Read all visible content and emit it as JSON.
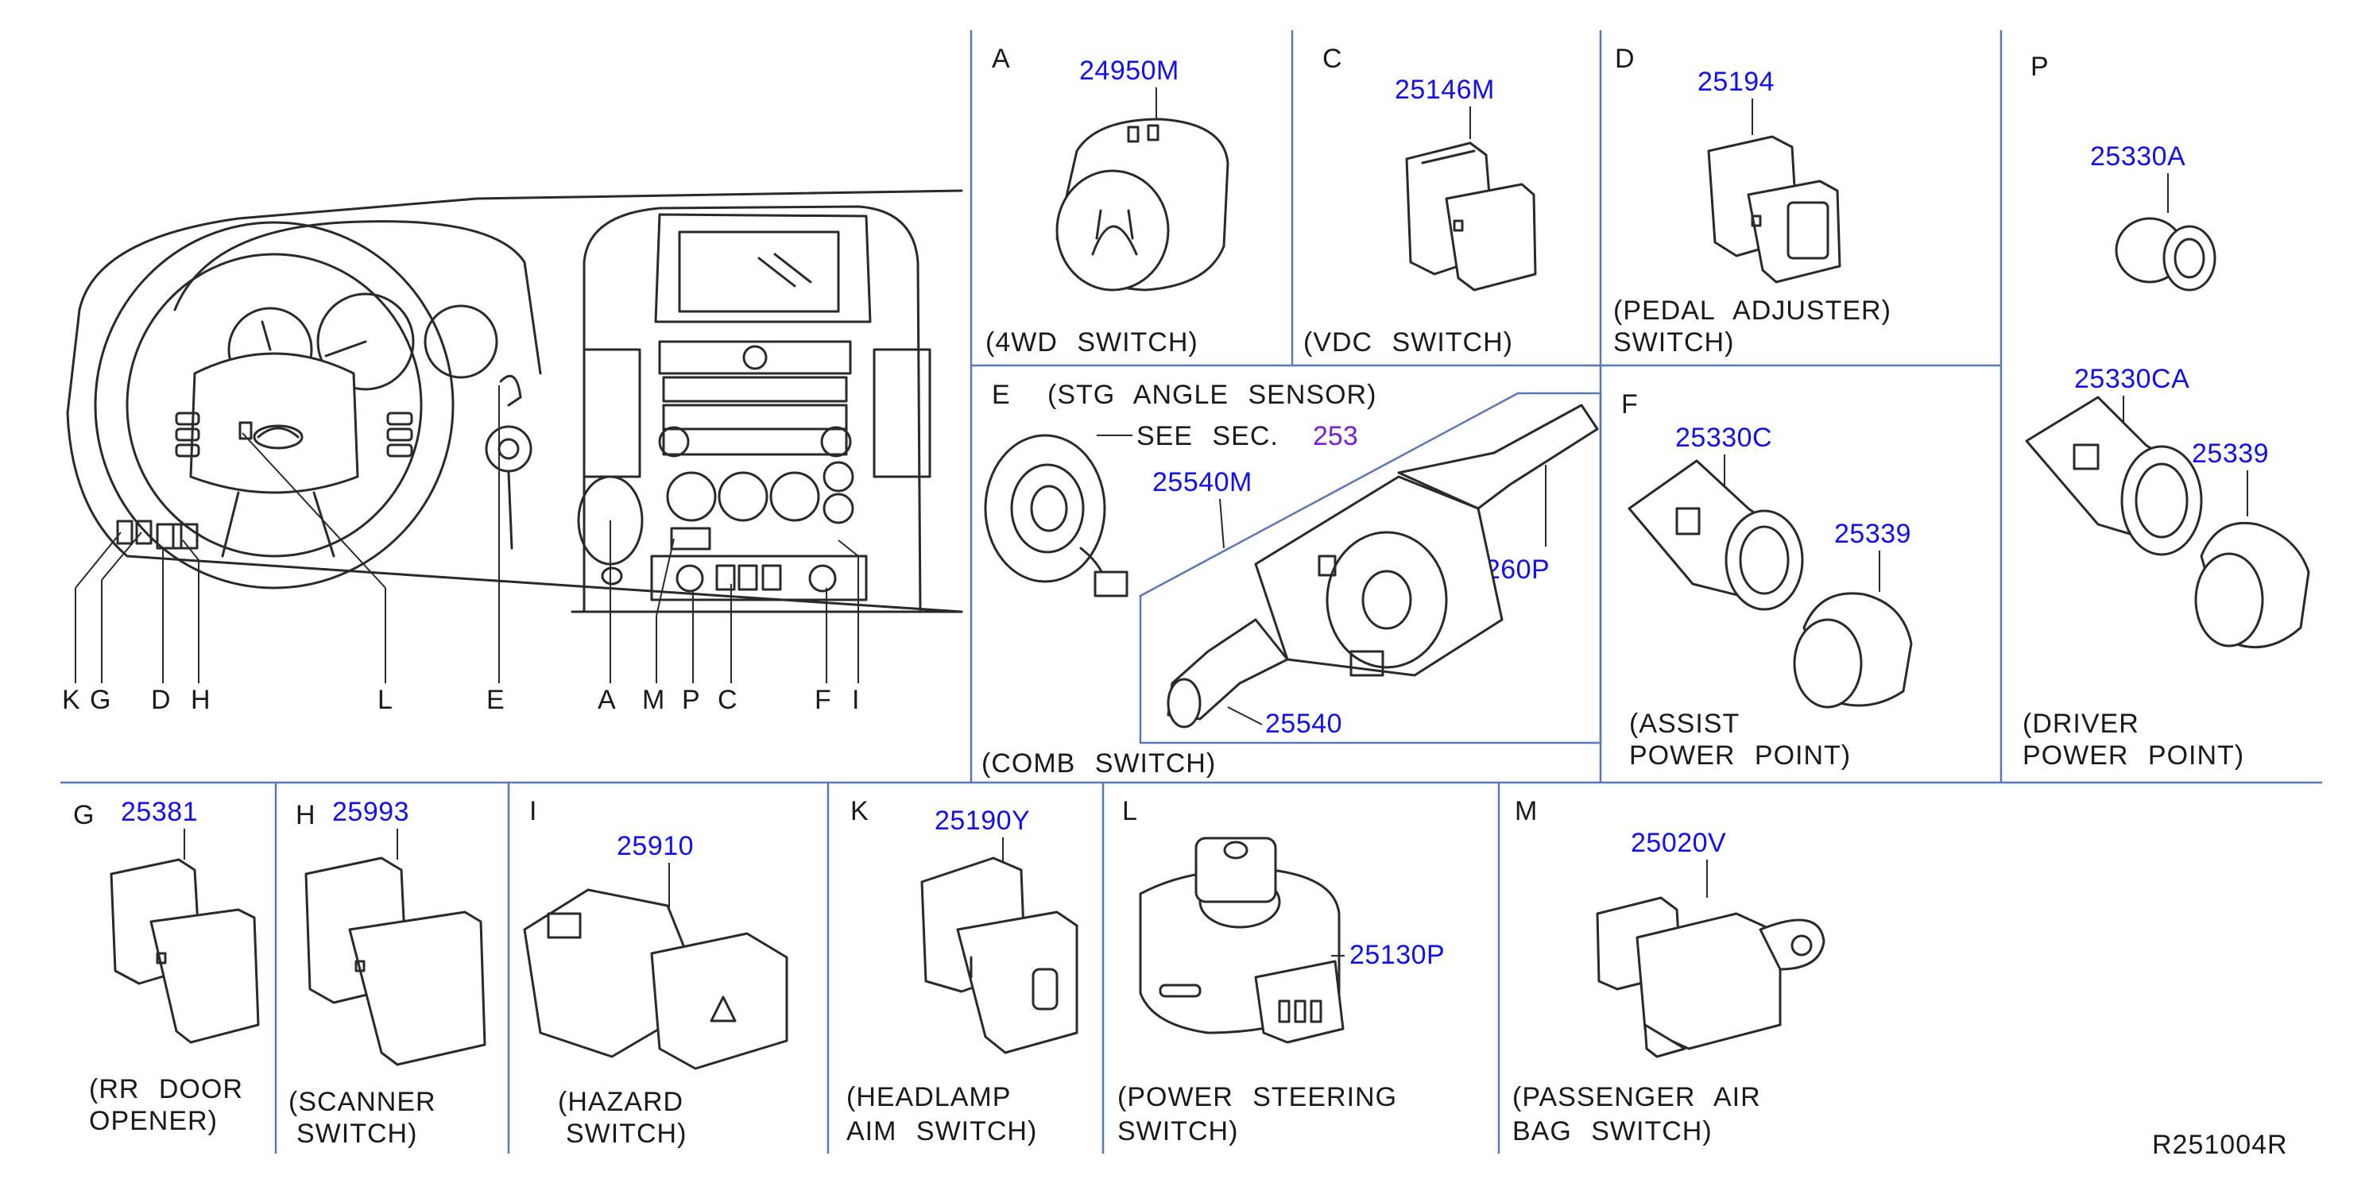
{
  "overview": {
    "callouts": [
      "K",
      "G",
      "D",
      "H",
      "L",
      "E",
      "A",
      "M",
      "P",
      "C",
      "F",
      "I"
    ]
  },
  "panels": {
    "A": {
      "letter": "A",
      "part": "24950M",
      "caption": "(4WD SWITCH)"
    },
    "C": {
      "letter": "C",
      "part": "25146M",
      "caption": "(VDC SWITCH)"
    },
    "D": {
      "letter": "D",
      "part": "25194",
      "caption_1": "(PEDAL ADJUSTER)",
      "caption_2": "SWITCH)"
    },
    "P": {
      "letter": "P",
      "part_1": "25330A",
      "part_2": "25330CA",
      "part_3": "25339",
      "caption_1": "(DRIVER",
      "caption_2": "POWER POINT)"
    },
    "E": {
      "letter": "E",
      "title": "(STG ANGLE SENSOR)",
      "see_sec": "SEE SEC.",
      "sec_num": "253",
      "part_1": "25540M",
      "part_2": "25260P",
      "part_3": "25540",
      "caption": "(COMB SWITCH)"
    },
    "F": {
      "letter": "F",
      "part_1": "25330C",
      "part_2": "25339",
      "caption_1": "(ASSIST",
      "caption_2": "POWER POINT)"
    },
    "G": {
      "letter": "G",
      "part": "25381",
      "caption_1": "(RR DOOR",
      "caption_2": "OPENER)"
    },
    "H": {
      "letter": "H",
      "part": "25993",
      "caption_1": "(SCANNER",
      "caption_2": "SWITCH)"
    },
    "I": {
      "letter": "I",
      "part": "25910",
      "caption_1": "(HAZARD",
      "caption_2": "SWITCH)"
    },
    "K": {
      "letter": "K",
      "part": "25190Y",
      "caption_1": "(HEADLAMP",
      "caption_2": "AIM SWITCH)"
    },
    "L": {
      "letter": "L",
      "part": "25130P",
      "caption_1": "(POWER STEERING",
      "caption_2": "SWITCH)"
    },
    "M": {
      "letter": "M",
      "part": "25020V",
      "caption_1": "(PASSENGER AIR",
      "caption_2": "BAG SWITCH)"
    }
  },
  "reference": "R251004R"
}
